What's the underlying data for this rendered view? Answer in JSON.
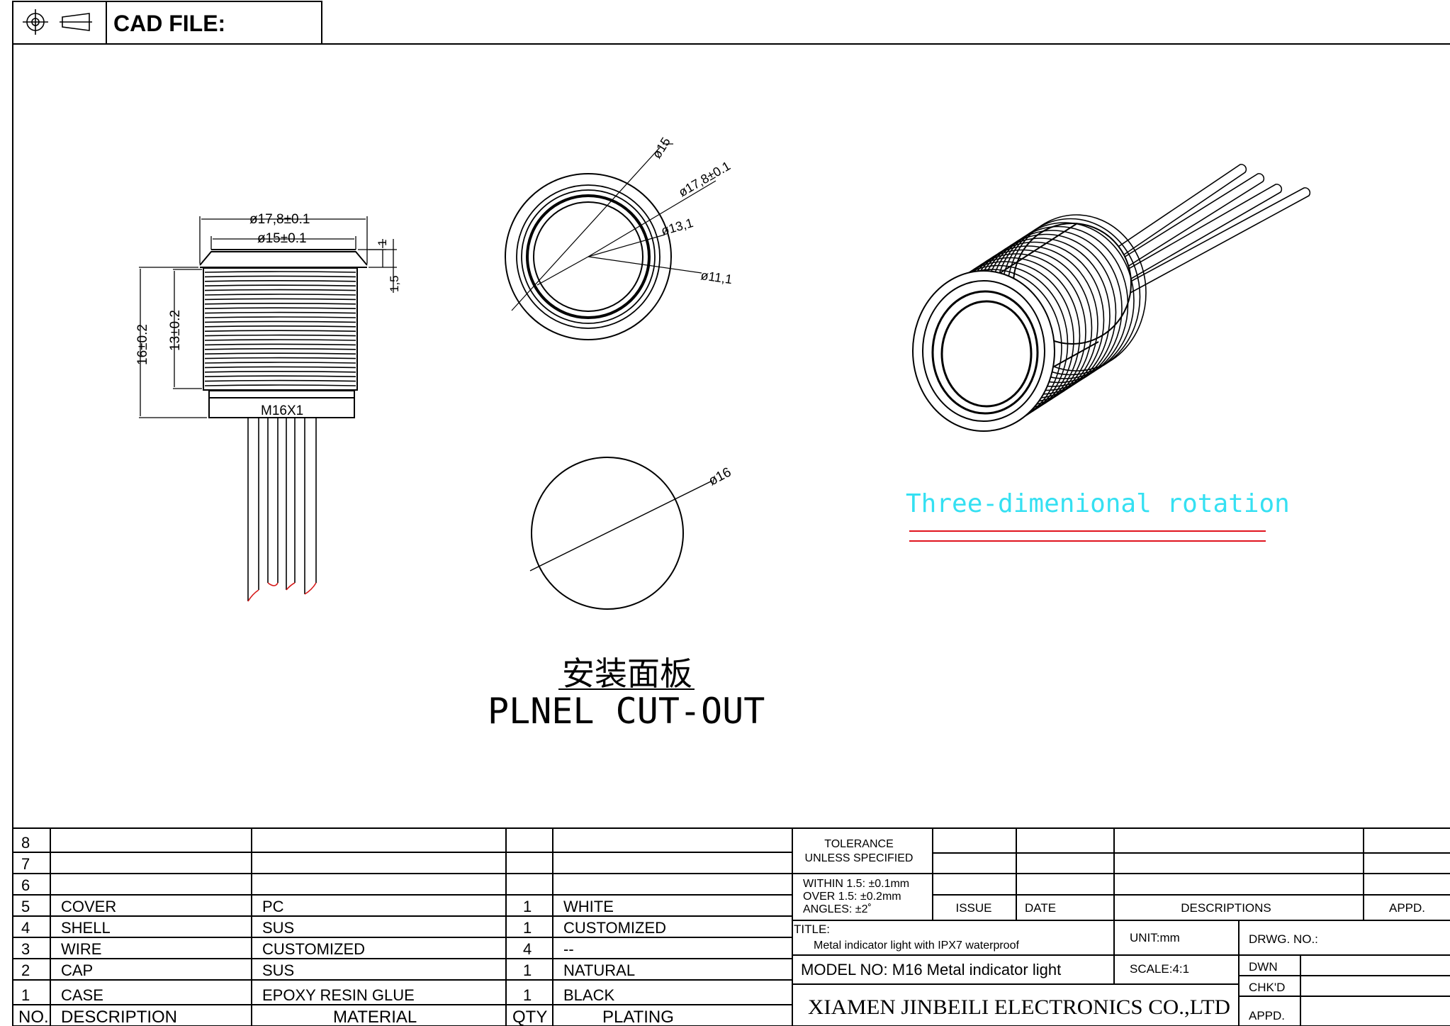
{
  "header": {
    "cad_label": "CAD FILE:",
    "projection_icon": "first-angle-projection-icon"
  },
  "side_view": {
    "dim_outer_dia": "ø17,8±0.1",
    "dim_inner_dia": "ø15±0.1",
    "dim_flange": "1",
    "dim_flange_total": "1,5",
    "dim_total_height": "16±0.2",
    "dim_thread_height": "13±0.2",
    "thread": "M16X1"
  },
  "front_view": {
    "dim_15": "ø15",
    "dim_17_8": "ø17,8±0.1",
    "dim_13_1": "ø13,1",
    "dim_11_1": "ø11,1"
  },
  "cutout_view": {
    "dim_16": "ø16",
    "title_cn": "安装面板",
    "title_en": "PLNEL  CUT-OUT"
  },
  "rotation_label": "Three-dimenional  rotation",
  "colors": {
    "line": "#000000",
    "rotation_text": "#35e0f2",
    "underline": "#e0141e",
    "wire_tip": "#d61818"
  },
  "bom": {
    "rows": [
      {
        "no": "8",
        "description": "",
        "material": "",
        "qty": "",
        "plating": ""
      },
      {
        "no": "7",
        "description": "",
        "material": "",
        "qty": "",
        "plating": ""
      },
      {
        "no": "6",
        "description": "",
        "material": "",
        "qty": "",
        "plating": ""
      },
      {
        "no": "5",
        "description": "COVER",
        "material": "PC",
        "qty": "1",
        "plating": "WHITE"
      },
      {
        "no": "4",
        "description": "SHELL",
        "material": "SUS",
        "qty": "1",
        "plating": "CUSTOMIZED"
      },
      {
        "no": "3",
        "description": "WIRE",
        "material": "CUSTOMIZED",
        "qty": "4",
        "plating": "--"
      },
      {
        "no": "2",
        "description": "CAP",
        "material": "SUS",
        "qty": "1",
        "plating": "NATURAL"
      },
      {
        "no": "1",
        "description": "CASE",
        "material": "EPOXY  RESIN  GLUE",
        "qty": "1",
        "plating": "BLACK"
      }
    ],
    "header": {
      "no": "NO.",
      "description": "DESCRIPTION",
      "material": "MATERIAL",
      "qty": "QTY",
      "plating": "PLATING"
    }
  },
  "title_block": {
    "tolerance_1": "TOLERANCE",
    "tolerance_2": "UNLESS  SPECIFIED",
    "within": "WITHIN  1.5: ±0.1mm",
    "over": "OVER  1.5:  ±0.2mm",
    "angles": "ANGLES: ±2˚",
    "issue": "ISSUE",
    "date": "DATE",
    "descriptions": "DESCRIPTIONS",
    "appd_top": "APPD.",
    "title_label": "TITLE:",
    "title_value": "Metal  indicator  light  with  IPX7  waterproof",
    "unit": "UNIT:mm",
    "drwg_no": "DRWG. NO.:",
    "model": "MODEL  NO: M16  Metal  indicator  light",
    "scale": "SCALE:4:1",
    "dwn": "DWN",
    "chkd": "CHK'D",
    "appd": "APPD.",
    "company": "XIAMEN JINBEILI ELECTRONICS CO.,LTD"
  }
}
